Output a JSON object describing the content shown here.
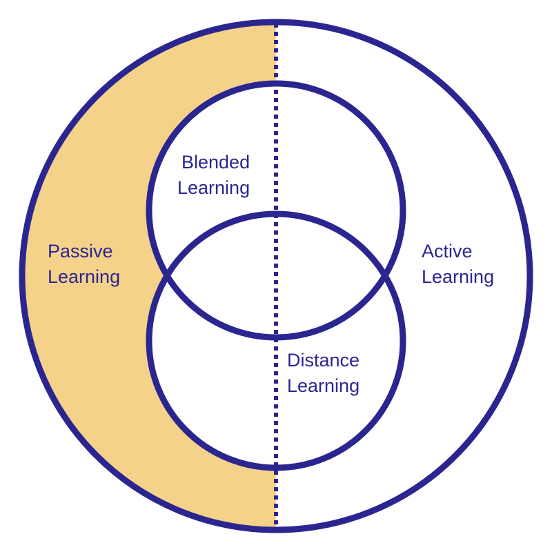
{
  "diagram": {
    "labels": {
      "passive": {
        "line1": "Passive",
        "line2": "Learning"
      },
      "active": {
        "line1": "Active",
        "line2": "Learning"
      },
      "blended": {
        "line1": "Blended",
        "line2": "Learning"
      },
      "distance": {
        "line1": "Distance",
        "line2": "Learning"
      }
    },
    "colors": {
      "stroke": "#2b2590",
      "passive_fill": "#f4d28a",
      "background": "#ffffff",
      "text": "#2b2590"
    }
  }
}
